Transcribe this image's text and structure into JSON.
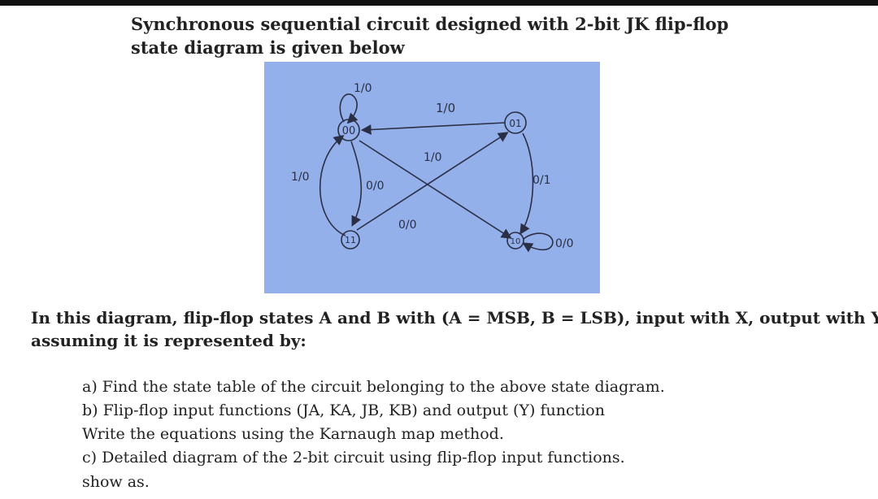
{
  "header": {
    "title_line1": "Synchronous sequential circuit designed with 2-bit JK flip-flop",
    "title_line2": "state diagram is given below"
  },
  "diagram": {
    "background": "#94b0ea",
    "ink": "#2a2f45",
    "states": [
      "00",
      "01",
      "11",
      "10"
    ],
    "labels": {
      "self_00": "1/0",
      "s01_to_s00": "1/0",
      "s11_to_s01": "1/0",
      "s11_to_s00": "1/0",
      "s00_to_s11": "0/0",
      "s00_to_s10": "0/0",
      "s01_to_s10": "0/1",
      "self_10": "0/0"
    }
  },
  "description": {
    "line1": "In this diagram, flip-flop states A and B with (A = MSB, B = LSB), input with X, output with Y",
    "line2": "assuming it is represented by:"
  },
  "questions": [
    "a) Find the state table of the circuit belonging to the above state diagram.",
    "b) Flip-flop input functions (JA, KA, JB, KB) and output (Y) function",
    "Write the equations using the Karnaugh map method.",
    "c) Detailed diagram of the 2-bit circuit using flip-flop input functions.",
    "show as."
  ]
}
